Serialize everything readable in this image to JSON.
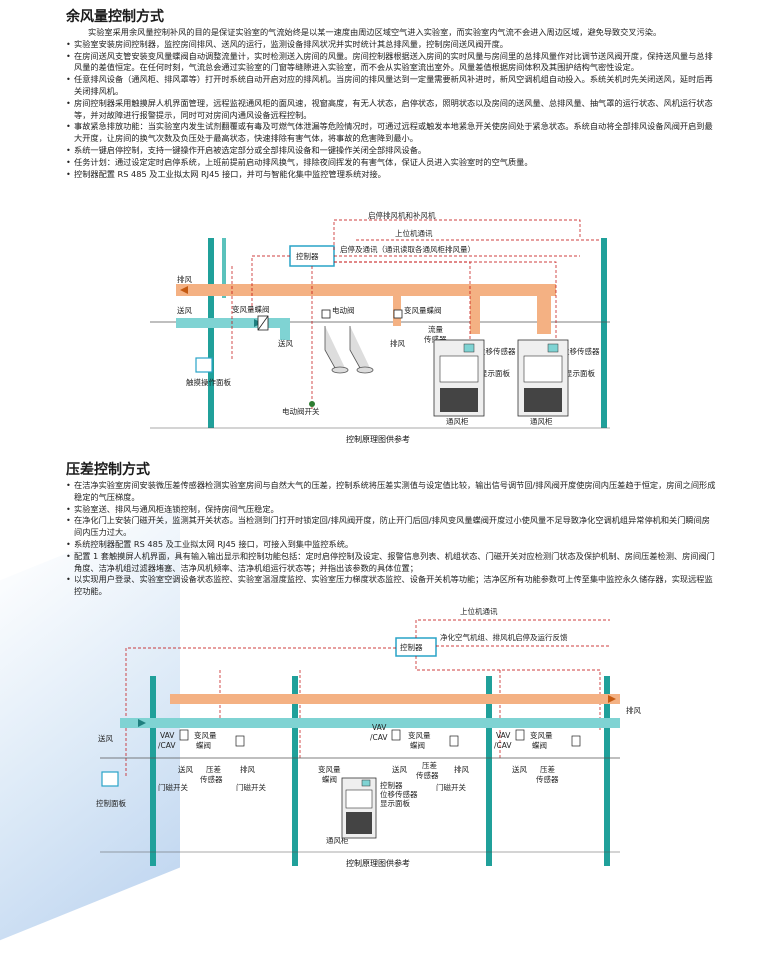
{
  "section1": {
    "title": "余风量控制方式",
    "intro": "实验室采用余风量控制补风的目的是保证实验室的气流始终是以某一速度由周边区域空气进入实验室，而实验室内气流不会进入周边区域，避免导致交叉污染。",
    "bullets": [
      "实验室安装房间控制器，监控房间排风、送风的运行，监测设备排风状况并实时统计其总排风量，控制房间送风阀开度。",
      "在房间送风支管安装变风量蝶阀自动调整流量计，实时检测送入房间的风量。房间控制器根据送入房间的实时风量与房间里的总排风量作对比调节送风阀开度，保持送风量与总排风量的差值恒定。在任何时刻，气流总会通过实验室的门窗等缝隙进入实验室，而不会从实验室流出室外。风量差值根据房间体积及其围护结构气密性设定。",
      "任意排风设备（通风柜、排风罩等）打开时系统自动开启对应的排风机。当房间的排风量达到一定量需要新风补进时，新风空调机组自动投入。系统关机时先关闭送风，延时后再关闭排风机。",
      "房间控制器采用触摸屏人机界面管理，远程监视通风柜的面风速，视窗高度，有无人状态，启停状态，照明状态以及房间的送风量、总排风量、抽气罩的运行状态、风机运行状态等，并对故障进行报警提示，同时可对房间内通风设备远程控制。",
      "事故紧急排放功能：当实验室内发生试剂翻覆或有毒及可燃气体泄漏等危险情况时，可通过远程或触发本地紧急开关使房间处于紧急状态。系统自动将全部排风设备风阀开启到最大开度，让房间的换气次数及负压处于最高状态，快速排除有害气体，将事故的危害降到最小。",
      "系统一键启停控制，支持一键操作开启被选定部分或全部排风设备和一键操作关闭全部排风设备。",
      "任务计划：通过设定定时启停系统，上班前提前启动排风换气，排除夜间挥发的有害气体，保证人员进入实验室时的空气质量。",
      "控制器配置 RS 485 及工业拟太网 RJ45 接口，并可与智能化集中监控管理系统对接。"
    ],
    "diagram": {
      "controller": "控制器",
      "label_start_fans": "启停排风机和补风机",
      "label_upper": "上位机通讯",
      "label_start_comm": "启停及通讯（通讯读取各通风柜排风量）",
      "exhaust": "排风",
      "supply": "送风",
      "vav": "变风量蝶阀",
      "elec_valve": "电动阀",
      "vav2": "变风量蝶阀",
      "flow": "流量",
      "sensor": "传感器",
      "disp_sensor1": "位移传感器",
      "disp_sensor2": "位移传感器",
      "touch_panel": "触摸操作面板",
      "supply2": "送风",
      "exhaust2": "排风",
      "display1": "显示面板",
      "display2": "显示面板",
      "fume1": "通风柜",
      "fume2": "通风柜",
      "elec_switch": "电动阀开关",
      "caption": "控制原理图供参考"
    }
  },
  "section2": {
    "title": "压差控制方式",
    "bullets": [
      "在洁净实验室房间安装微压差传感器检测实验室房间与自然大气的压差，控制系统将压差实测值与设定值比较，输出信号调节回/排风阀开度使房间内压差趋于恒定，房间之间形成稳定的气压梯度。",
      "实验室送、排风与通风柜连锁控制，保持房间气压稳定。",
      "在净化门上安装门磁开关，监测其开关状态。当检测到门打开时锁定回/排风阀开度，防止开门后回/排风变风量蝶阀开度过小使风量不足导致净化空调机组异常停机和关门瞬间房间内压力过大。",
      "系统控制器配置 RS 485 及工业拟太网 RJ45 接口，可接入到集中监控系统。",
      "配置 1 套触摸屏人机界面，具有输入输出显示和控制功能包括：定时启停控制及设定、报警信息列表、机组状态、门磁开关对应检测门状态及保护机制、房间压差检测、房间阀门角度、洁净机组过滤器堵塞、洁净风机频率、洁净机组运行状态等；并指出该参数的具体位置；",
      "以实现用户登录、实验室空调设备状态监控、实验室温湿度监控、实验室压力梯度状态监控、设备开关机等功能；洁净区所有功能参数可上传至集中监控永久储存器，实现远程监控功能。"
    ],
    "diagram": {
      "label_upper": "上位机通讯",
      "controller": "控制器",
      "label_feedback": "净化空气机组、排风机启停及运行反馈",
      "exhaust": "排风",
      "supply": "送风",
      "vav_a": "VAV",
      "cav_a": "/CAV",
      "vav_b": "VAV",
      "cav_b": "/CAV",
      "vav_c": "VAV",
      "cav_c": "/CAV",
      "vav_valve_a": "变风量",
      "vav_valve_a2": "蝶阀",
      "vav_valve_b": "变风量",
      "vav_valve_b2": "蝶阀",
      "vav_valve_c": "变风量",
      "vav_valve_c2": "蝶阀",
      "supply_a": "送风",
      "pressure_a": "压差",
      "sensor_a": "传感器",
      "exhaust_a": "排风",
      "door_a1": "门磁开关",
      "door_a2": "门磁开关",
      "mid_vav": "变风量",
      "mid_vav2": "蝶阀",
      "mid_ctrl": "控制器",
      "mid_disp": "位移传感器",
      "mid_panel": "显示面板",
      "fume": "通风柜",
      "supply_b": "送风",
      "pressure_b": "压差",
      "sensor_b": "传感器",
      "exhaust_b": "排风",
      "door_b": "门磁开关",
      "supply_c": "送风",
      "pressure_c": "压差",
      "sensor_c": "传感器",
      "ctrl_panel": "控制面板",
      "caption": "控制原理图供参考"
    }
  },
  "colors": {
    "duct_orange": "#f4b183",
    "duct_teal": "#7fd3d3",
    "pillar_teal": "#20a09a",
    "dashed_line": "#c00000",
    "controller_box": "#29a3c7"
  }
}
